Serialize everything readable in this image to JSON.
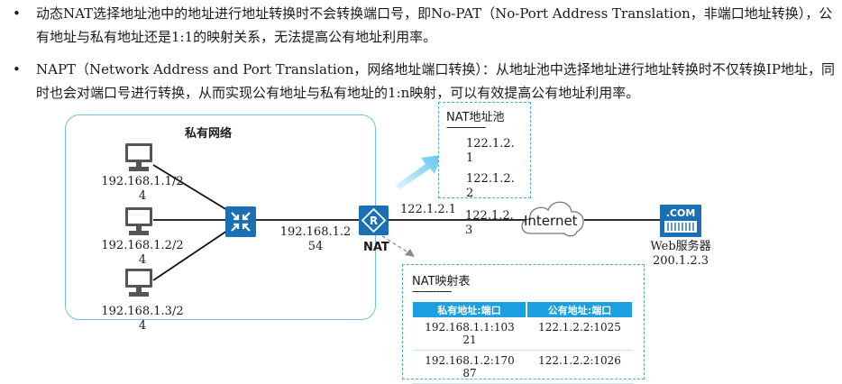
{
  "bullets": [
    {
      "marker": "•",
      "text": "动态NAT选择地址池中的地址进行地址转换时不会转换端口号，即No-PAT（No-Port Address Translation，非端口地址转换），公有地址与私有地址还是1:1的映射关系，无法提高公有地址利用率。"
    },
    {
      "marker": "•",
      "text": "NAPT（Network Address and Port Translation，网络地址端口转换）：从地址池中选择地址进行地址转换时不仅转换IP地址，同时也会对端口号进行转换，从而实现公有地址与私有地址的1:n映射，可以有效提高公有地址利用率。"
    }
  ],
  "diagram": {
    "private_network_title": "私有网络",
    "hosts": [
      {
        "label": "192.168.1.1/2\n4"
      },
      {
        "label": "192.168.1.2/2\n4"
      },
      {
        "label": "192.168.1.3/2\n4"
      }
    ],
    "gateway_ip": "192.168.1.2\n54",
    "nat_label": "NAT",
    "nat_public_ip": "122.1.2.1",
    "internet_label": "Internet",
    "web_server": {
      "icon_text": ".COM",
      "label": "Web服务器\n200.1.2.3"
    },
    "address_pool": {
      "title": "NAT地址池",
      "dashes": "-------------",
      "addresses": [
        "122.1.2.\n1",
        "122.1.2.\n2",
        "122.1.2.\n3"
      ]
    },
    "mapping_table": {
      "title": "NAT映射表",
      "dashes": "-------------",
      "headers": [
        "私有地址:端口",
        "公有地址:端口"
      ],
      "rows": [
        [
          "192.168.1.1:103\n21",
          "122.1.2.2:1025"
        ],
        [
          "192.168.1.2:170\n87",
          "122.1.2.2:1026"
        ]
      ]
    },
    "colors": {
      "device_blue": "#1a6fb5",
      "border_blue": "#6ec1e8",
      "table_header": "#1c9fe0",
      "arrow_blue": "#7fd0f0"
    }
  }
}
